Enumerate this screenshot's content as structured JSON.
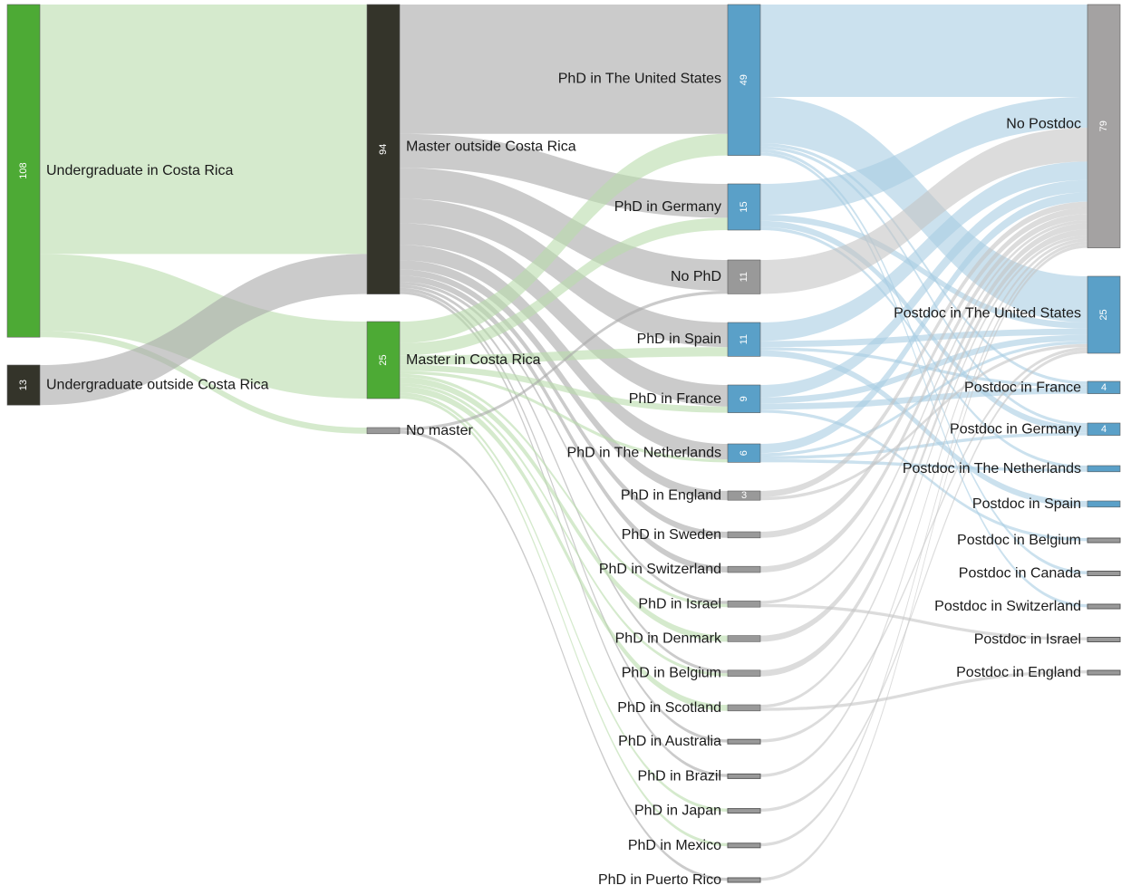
{
  "chart_data": {
    "type": "sankey",
    "title": "",
    "columns": [
      [
        {
          "id": "ug_cr",
          "label": "Undergraduate in Costa Rica",
          "value": 108,
          "count_label": "108",
          "color": "#4daa35"
        },
        {
          "id": "ug_out",
          "label": "Undergraduate outside Costa Rica",
          "value": 13,
          "count_label": "13",
          "color": "#34342a"
        }
      ],
      [
        {
          "id": "ms_out",
          "label": "Master outside Costa Rica",
          "value": 94,
          "count_label": "94",
          "color": "#34342a"
        },
        {
          "id": "ms_cr",
          "label": "Master in Costa Rica",
          "value": 25,
          "count_label": "25",
          "color": "#4daa35"
        },
        {
          "id": "ms_none",
          "label": "No master",
          "value": 2,
          "count_label": "",
          "color": "#999999"
        }
      ],
      [
        {
          "id": "phd_us",
          "label": "PhD in The United States",
          "value": 49,
          "count_label": "49",
          "color": "#5aa0c8"
        },
        {
          "id": "phd_de",
          "label": "PhD in Germany",
          "value": 15,
          "count_label": "15",
          "color": "#5aa0c8"
        },
        {
          "id": "phd_none",
          "label": "No PhD",
          "value": 11,
          "count_label": "11",
          "color": "#999999"
        },
        {
          "id": "phd_es",
          "label": "PhD in Spain",
          "value": 11,
          "count_label": "11",
          "color": "#5aa0c8"
        },
        {
          "id": "phd_fr",
          "label": "PhD in France",
          "value": 9,
          "count_label": "9",
          "color": "#5aa0c8"
        },
        {
          "id": "phd_nl",
          "label": "PhD in The Netherlands",
          "value": 6,
          "count_label": "6",
          "color": "#5aa0c8"
        },
        {
          "id": "phd_en",
          "label": "PhD in England",
          "value": 3,
          "count_label": "3",
          "color": "#999999"
        },
        {
          "id": "phd_se",
          "label": "PhD in Sweden",
          "value": 2,
          "count_label": "",
          "color": "#999999"
        },
        {
          "id": "phd_ch",
          "label": "PhD in Switzerland",
          "value": 2,
          "count_label": "",
          "color": "#999999"
        },
        {
          "id": "phd_il",
          "label": "PhD in Israel",
          "value": 2,
          "count_label": "",
          "color": "#999999"
        },
        {
          "id": "phd_dk",
          "label": "PhD in Denmark",
          "value": 2,
          "count_label": "",
          "color": "#999999"
        },
        {
          "id": "phd_be",
          "label": "PhD in Belgium",
          "value": 2,
          "count_label": "",
          "color": "#999999"
        },
        {
          "id": "phd_sc",
          "label": "PhD in Scotland",
          "value": 2,
          "count_label": "",
          "color": "#999999"
        },
        {
          "id": "phd_au",
          "label": "PhD in Australia",
          "value": 1,
          "count_label": "",
          "color": "#999999"
        },
        {
          "id": "phd_br",
          "label": "PhD in Brazil",
          "value": 1,
          "count_label": "",
          "color": "#999999"
        },
        {
          "id": "phd_jp",
          "label": "PhD in Japan",
          "value": 1,
          "count_label": "",
          "color": "#999999"
        },
        {
          "id": "phd_mx",
          "label": "PhD in Mexico",
          "value": 1,
          "count_label": "",
          "color": "#999999"
        },
        {
          "id": "phd_pr",
          "label": "PhD in Puerto Rico",
          "value": 1,
          "count_label": "",
          "color": "#999999"
        }
      ],
      [
        {
          "id": "pd_none",
          "label": "No Postdoc",
          "value": 79,
          "count_label": "79",
          "color": "#a4a2a2"
        },
        {
          "id": "pd_us",
          "label": "Postdoc in The United States",
          "value": 25,
          "count_label": "25",
          "color": "#5aa0c8"
        },
        {
          "id": "pd_fr",
          "label": "Postdoc in France",
          "value": 4,
          "count_label": "4",
          "color": "#5aa0c8"
        },
        {
          "id": "pd_de",
          "label": "Postdoc in Germany",
          "value": 4,
          "count_label": "4",
          "color": "#5aa0c8"
        },
        {
          "id": "pd_nl",
          "label": "Postdoc in The Netherlands",
          "value": 2,
          "count_label": "",
          "color": "#5aa0c8"
        },
        {
          "id": "pd_es",
          "label": "Postdoc in Spain",
          "value": 2,
          "count_label": "",
          "color": "#5aa0c8"
        },
        {
          "id": "pd_be",
          "label": "Postdoc in Belgium",
          "value": 1,
          "count_label": "",
          "color": "#999999"
        },
        {
          "id": "pd_ca",
          "label": "Postdoc in Canada",
          "value": 1,
          "count_label": "",
          "color": "#999999"
        },
        {
          "id": "pd_ch",
          "label": "Postdoc in Switzerland",
          "value": 1,
          "count_label": "",
          "color": "#999999"
        },
        {
          "id": "pd_il",
          "label": "Postdoc in Israel",
          "value": 1,
          "count_label": "",
          "color": "#999999"
        },
        {
          "id": "pd_en",
          "label": "Postdoc in England",
          "value": 1,
          "count_label": "",
          "color": "#999999"
        }
      ]
    ],
    "links": [
      {
        "source": "ug_cr",
        "target": "ms_out",
        "value": 81
      },
      {
        "source": "ug_cr",
        "target": "ms_cr",
        "value": 25
      },
      {
        "source": "ug_cr",
        "target": "ms_none",
        "value": 2
      },
      {
        "source": "ug_out",
        "target": "ms_out",
        "value": 13
      },
      {
        "source": "ms_out",
        "target": "phd_us",
        "value": 42
      },
      {
        "source": "ms_out",
        "target": "phd_none",
        "value": 10
      },
      {
        "source": "ms_out",
        "target": "phd_de",
        "value": 11
      },
      {
        "source": "ms_out",
        "target": "phd_es",
        "value": 8
      },
      {
        "source": "ms_out",
        "target": "phd_fr",
        "value": 7
      },
      {
        "source": "ms_out",
        "target": "phd_nl",
        "value": 5
      },
      {
        "source": "ms_out",
        "target": "phd_en",
        "value": 3
      },
      {
        "source": "ms_out",
        "target": "phd_se",
        "value": 2
      },
      {
        "source": "ms_out",
        "target": "phd_ch",
        "value": 2
      },
      {
        "source": "ms_out",
        "target": "phd_il",
        "value": 1
      },
      {
        "source": "ms_out",
        "target": "phd_au",
        "value": 1
      },
      {
        "source": "ms_out",
        "target": "phd_br",
        "value": 1
      },
      {
        "source": "ms_out",
        "target": "phd_be",
        "value": 1
      },
      {
        "source": "ms_cr",
        "target": "phd_us",
        "value": 7
      },
      {
        "source": "ms_cr",
        "target": "phd_de",
        "value": 4
      },
      {
        "source": "ms_cr",
        "target": "phd_es",
        "value": 3
      },
      {
        "source": "ms_cr",
        "target": "phd_fr",
        "value": 2
      },
      {
        "source": "ms_cr",
        "target": "phd_nl",
        "value": 1
      },
      {
        "source": "ms_cr",
        "target": "phd_dk",
        "value": 2
      },
      {
        "source": "ms_cr",
        "target": "phd_sc",
        "value": 2
      },
      {
        "source": "ms_cr",
        "target": "phd_il",
        "value": 1
      },
      {
        "source": "ms_cr",
        "target": "phd_be",
        "value": 1
      },
      {
        "source": "ms_cr",
        "target": "phd_jp",
        "value": 1
      },
      {
        "source": "ms_cr",
        "target": "phd_mx",
        "value": 1
      },
      {
        "source": "ms_none",
        "target": "phd_none",
        "value": 1
      },
      {
        "source": "ms_none",
        "target": "phd_pr",
        "value": 1
      },
      {
        "source": "phd_us",
        "target": "pd_none",
        "value": 30
      },
      {
        "source": "phd_us",
        "target": "pd_us",
        "value": 15
      },
      {
        "source": "phd_us",
        "target": "pd_fr",
        "value": 1
      },
      {
        "source": "phd_us",
        "target": "pd_de",
        "value": 1
      },
      {
        "source": "phd_us",
        "target": "pd_ca",
        "value": 1
      },
      {
        "source": "phd_us",
        "target": "pd_ch",
        "value": 1
      },
      {
        "source": "phd_de",
        "target": "pd_none",
        "value": 10
      },
      {
        "source": "phd_de",
        "target": "pd_us",
        "value": 2
      },
      {
        "source": "phd_de",
        "target": "pd_de",
        "value": 2
      },
      {
        "source": "phd_de",
        "target": "pd_nl",
        "value": 1
      },
      {
        "source": "phd_none",
        "target": "pd_none",
        "value": 11
      },
      {
        "source": "phd_es",
        "target": "pd_none",
        "value": 6
      },
      {
        "source": "phd_es",
        "target": "pd_us",
        "value": 2
      },
      {
        "source": "phd_es",
        "target": "pd_fr",
        "value": 1
      },
      {
        "source": "phd_es",
        "target": "pd_es",
        "value": 2
      },
      {
        "source": "phd_fr",
        "target": "pd_none",
        "value": 4
      },
      {
        "source": "phd_fr",
        "target": "pd_us",
        "value": 2
      },
      {
        "source": "phd_fr",
        "target": "pd_fr",
        "value": 2
      },
      {
        "source": "phd_fr",
        "target": "pd_be",
        "value": 1
      },
      {
        "source": "phd_nl",
        "target": "pd_none",
        "value": 3
      },
      {
        "source": "phd_nl",
        "target": "pd_us",
        "value": 1
      },
      {
        "source": "phd_nl",
        "target": "pd_de",
        "value": 1
      },
      {
        "source": "phd_nl",
        "target": "pd_nl",
        "value": 1
      },
      {
        "source": "phd_en",
        "target": "pd_none",
        "value": 2
      },
      {
        "source": "phd_en",
        "target": "pd_us",
        "value": 1
      },
      {
        "source": "phd_se",
        "target": "pd_none",
        "value": 2
      },
      {
        "source": "phd_ch",
        "target": "pd_none",
        "value": 2
      },
      {
        "source": "phd_il",
        "target": "pd_none",
        "value": 1
      },
      {
        "source": "phd_il",
        "target": "pd_il",
        "value": 1
      },
      {
        "source": "phd_dk",
        "target": "pd_none",
        "value": 2
      },
      {
        "source": "phd_be",
        "target": "pd_none",
        "value": 2
      },
      {
        "source": "phd_sc",
        "target": "pd_none",
        "value": 1
      },
      {
        "source": "phd_sc",
        "target": "pd_en",
        "value": 1
      },
      {
        "source": "phd_au",
        "target": "pd_us",
        "value": 1
      },
      {
        "source": "phd_br",
        "target": "pd_none",
        "value": 1
      },
      {
        "source": "phd_jp",
        "target": "pd_us",
        "value": 1
      },
      {
        "source": "phd_mx",
        "target": "pd_none",
        "value": 1
      },
      {
        "source": "phd_pr",
        "target": "pd_none",
        "value": 1
      }
    ]
  }
}
